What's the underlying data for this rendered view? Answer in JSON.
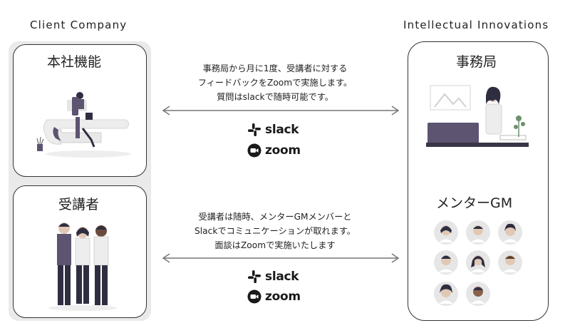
{
  "left_column": {
    "title": "Client Company",
    "hq_label": "本社機能",
    "learner_label": "受講者"
  },
  "right_column": {
    "title": "Intellectual Innovations",
    "office_label": "事務局",
    "mentor_label": "メンターGM"
  },
  "top_flow": {
    "lines": [
      "事務局から月に1度、受講者に対する",
      "フィードバックをZoomで実施します。",
      "質問はslackで随時可能です。"
    ],
    "tools": [
      "slack",
      "zoom"
    ]
  },
  "bottom_flow": {
    "lines": [
      "受講者は随時、メンターGMメンバーと",
      "Slackでコミュニケーションが取れます。",
      "面談はZoomで実施いたします"
    ],
    "tools": [
      "slack",
      "zoom"
    ]
  },
  "icons": {
    "arrows": "double-headed-arrow-icon",
    "slack": "slack-logo-icon",
    "zoom": "zoom-logo-icon",
    "hq": "person-at-desk-illustration",
    "learners": "group-of-people-illustration",
    "office": "woman-with-laptop-illustration",
    "mentors": "mentor-avatar-icon"
  },
  "colors": {
    "accent_purple": "#5c5470",
    "border": "#333333",
    "panel_gray": "#eaeaea",
    "arrow": "#777777"
  }
}
